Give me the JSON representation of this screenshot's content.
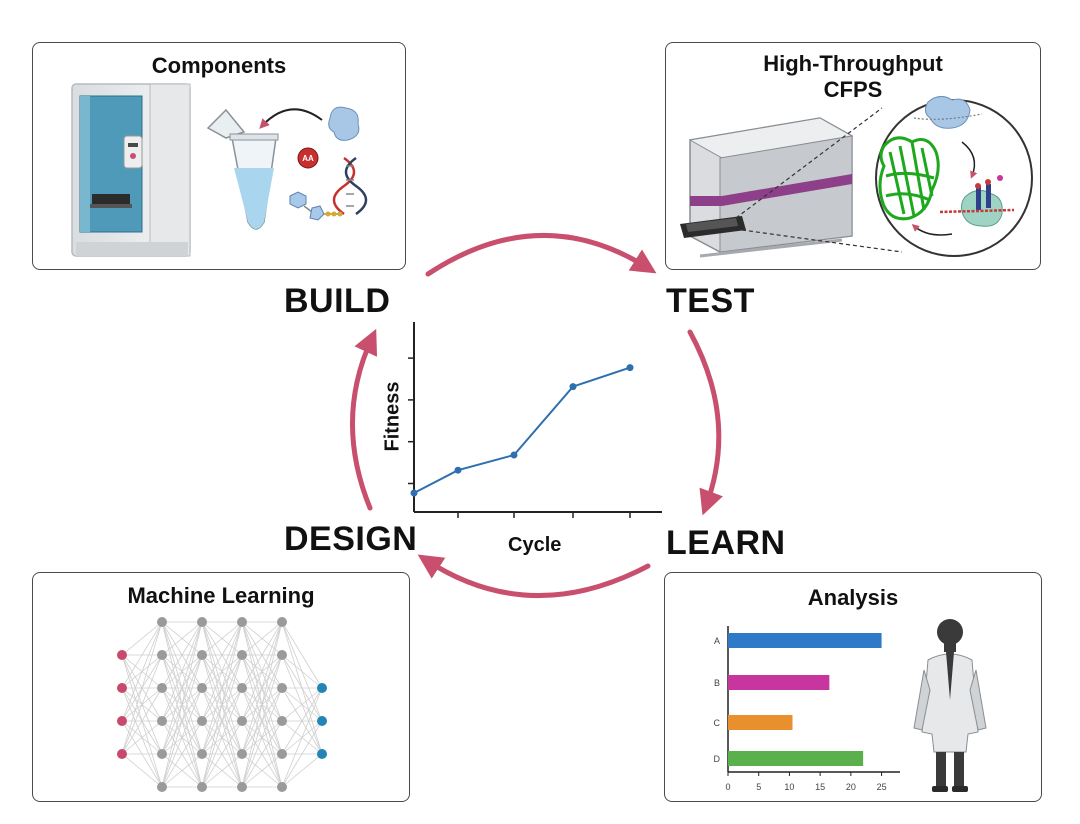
{
  "panels": {
    "components": {
      "title": "Components"
    },
    "cfps": {
      "title_line1": "High-Throughput",
      "title_line2": "CFPS"
    },
    "machine_learning": {
      "title": "Machine Learning"
    },
    "analysis": {
      "title": "Analysis"
    }
  },
  "stages": {
    "build": "BUILD",
    "test": "TEST",
    "learn": "LEARN",
    "design": "DESIGN"
  },
  "components_icons": {
    "amino_acid_label": "AA"
  },
  "center_chart": {
    "xlabel": "Cycle",
    "ylabel": "Fitness"
  },
  "chart_data": [
    {
      "type": "line",
      "xlabel": "Cycle",
      "ylabel": "Fitness",
      "x": [
        0,
        1,
        2,
        3,
        4
      ],
      "values": [
        1.0,
        2.2,
        3.0,
        6.6,
        7.6
      ],
      "ylim": [
        0,
        10
      ],
      "grid": false
    },
    {
      "type": "bar",
      "orientation": "horizontal",
      "categories": [
        "A",
        "B",
        "C",
        "D"
      ],
      "values": [
        25,
        16.5,
        10.5,
        22
      ],
      "colors": [
        "#2f7ac8",
        "#c8359e",
        "#e8902e",
        "#5ab04a"
      ],
      "xlim": [
        0,
        28
      ],
      "xticks": [
        "0",
        "5",
        "10",
        "15",
        "20",
        "25"
      ]
    }
  ],
  "colors": {
    "cycle_arrow": "#c8506e",
    "line_series": "#2e6fb0",
    "ml_input": "#c9496c",
    "ml_hidden": "#9a9a9a",
    "ml_output": "#2484b5"
  }
}
